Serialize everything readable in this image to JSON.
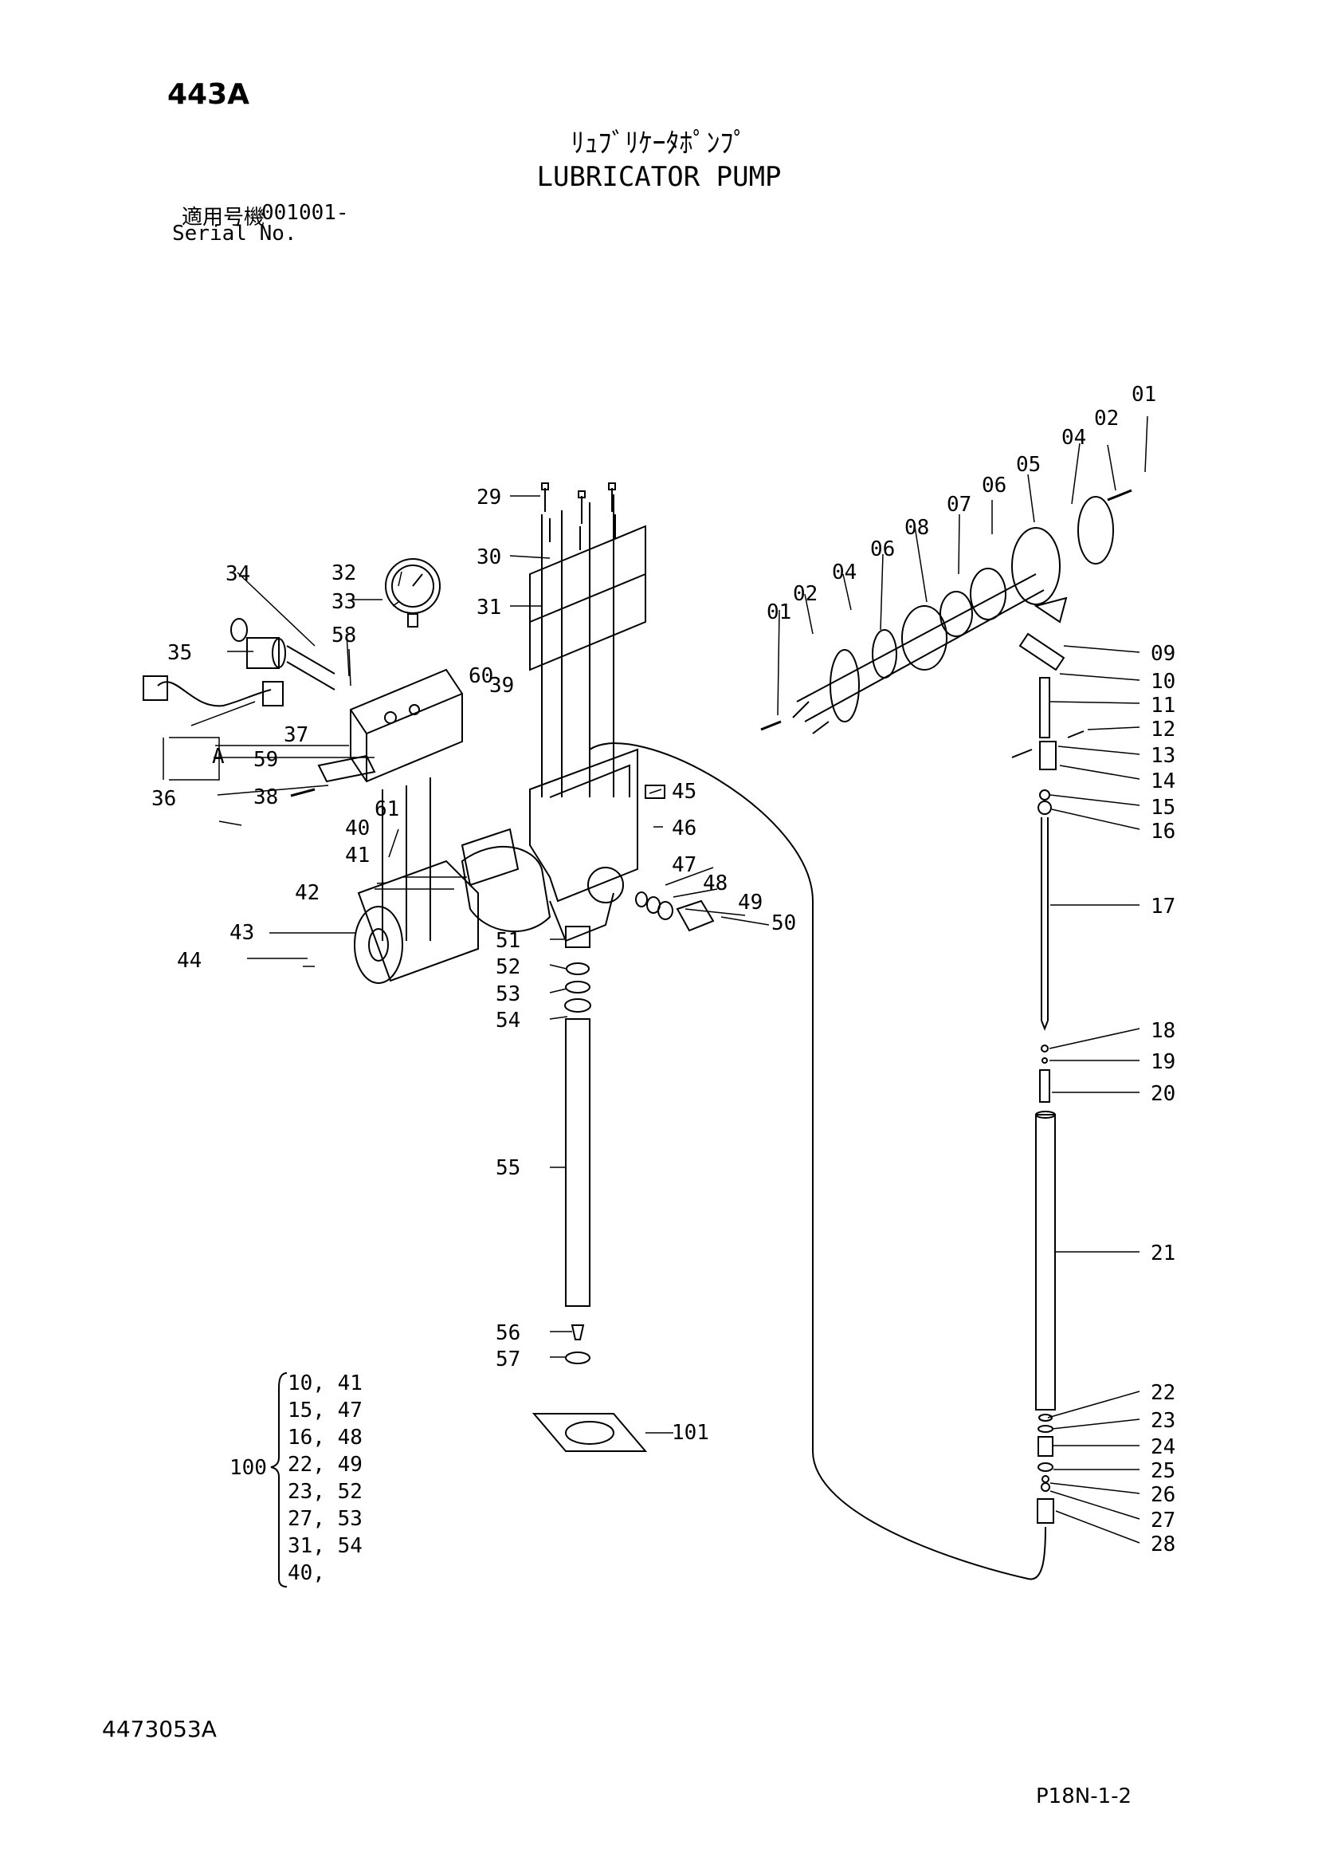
{
  "header": {
    "page_code": "443A",
    "title_jp": "ﾘｭﾌﾞﾘｹｰﾀﾎﾟﾝﾌﾟ",
    "title_en": "LUBRICATOR PUMP",
    "serial_label_jp": "適用号機",
    "serial_value": "001001-",
    "serial_label_en": "Serial No."
  },
  "callouts": [
    "01",
    "02",
    "04",
    "05",
    "06",
    "07",
    "08",
    "06",
    "04",
    "02",
    "01",
    "09",
    "10",
    "11",
    "12",
    "13",
    "14",
    "15",
    "16",
    "17",
    "18",
    "19",
    "20",
    "21",
    "22",
    "23",
    "24",
    "25",
    "26",
    "27",
    "28",
    "29",
    "30",
    "31",
    "32",
    "33",
    "34",
    "35",
    "36",
    "37",
    "38",
    "39",
    "40",
    "41",
    "42",
    "43",
    "44",
    "45",
    "46",
    "47",
    "48",
    "49",
    "50",
    "51",
    "52",
    "53",
    "54",
    "55",
    "56",
    "57",
    "58",
    "59",
    "60",
    "61",
    "101",
    "A"
  ],
  "kit": {
    "label": "100",
    "rows": [
      "10, 41",
      "15, 47",
      "16, 48",
      "22, 49",
      "23, 52",
      "27, 53",
      "31, 54",
      "40,"
    ]
  },
  "footer": {
    "doc_no": "4473053A",
    "page_ref": "P18N-1-2"
  }
}
